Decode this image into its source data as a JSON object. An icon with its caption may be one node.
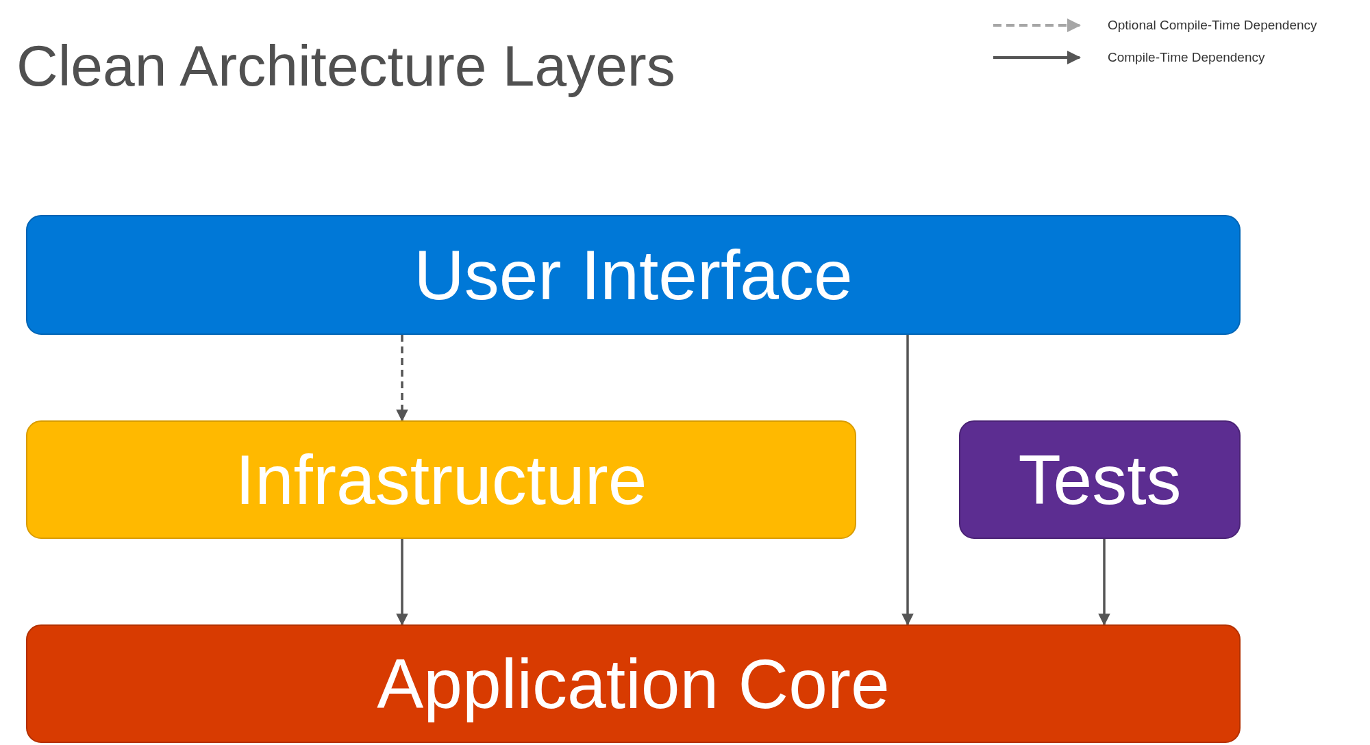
{
  "diagram": {
    "title": "Clean Architecture Layers",
    "nodes": [
      {
        "text": [
          "User Interface"
        ]
      },
      {
        "text": [
          "Infrastructure"
        ]
      },
      {
        "text": [
          "Tests"
        ]
      },
      {
        "text": [
          "Application Core"
        ]
      }
    ],
    "edges": [
      {
        "from": 0,
        "to": 1,
        "arrow": "to",
        "style": "dashed"
      },
      {
        "from": 0,
        "to": 3,
        "arrow": "to"
      },
      {
        "from": 1,
        "to": 3,
        "arrow": "to"
      },
      {
        "from": 2,
        "to": 3,
        "arrow": "to"
      }
    ],
    "legend": [
      {
        "text": "Optional Compile-Time Dependency"
      },
      {
        "text": "Compile-Time Dependency"
      }
    ]
  }
}
